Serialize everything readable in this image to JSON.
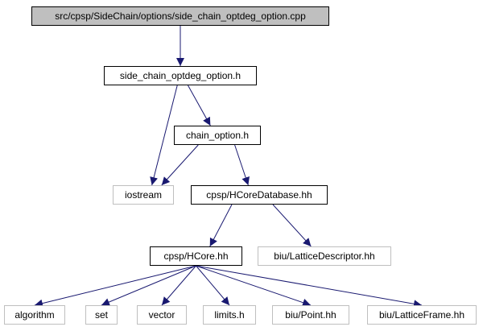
{
  "colors": {
    "edge": "#191970",
    "node_border": "#000000",
    "external_border": "#bfbfbf",
    "root_fill": "#bfbfbf",
    "background": "#ffffff"
  },
  "nodes": {
    "root": "src/cpsp/SideChain/options/side_chain_optdeg_option.cpp",
    "side_chain_optdeg_option_h": "side_chain_optdeg_option.h",
    "chain_option_h": "chain_option.h",
    "iostream": "iostream",
    "hcore_database_hh": "cpsp/HCoreDatabase.hh",
    "hcore_hh": "cpsp/HCore.hh",
    "lattice_descriptor_hh": "biu/LatticeDescriptor.hh",
    "algorithm": "algorithm",
    "set": "set",
    "vector": "vector",
    "limits_h": "limits.h",
    "point_hh": "biu/Point.hh",
    "lattice_frame_hh": "biu/LatticeFrame.hh"
  },
  "edges": [
    [
      "root",
      "side_chain_optdeg_option_h"
    ],
    [
      "side_chain_optdeg_option_h",
      "iostream"
    ],
    [
      "side_chain_optdeg_option_h",
      "chain_option_h"
    ],
    [
      "chain_option_h",
      "iostream"
    ],
    [
      "chain_option_h",
      "hcore_database_hh"
    ],
    [
      "hcore_database_hh",
      "hcore_hh"
    ],
    [
      "hcore_database_hh",
      "lattice_descriptor_hh"
    ],
    [
      "hcore_hh",
      "algorithm"
    ],
    [
      "hcore_hh",
      "set"
    ],
    [
      "hcore_hh",
      "vector"
    ],
    [
      "hcore_hh",
      "limits_h"
    ],
    [
      "hcore_hh",
      "point_hh"
    ],
    [
      "hcore_hh",
      "lattice_frame_hh"
    ]
  ]
}
